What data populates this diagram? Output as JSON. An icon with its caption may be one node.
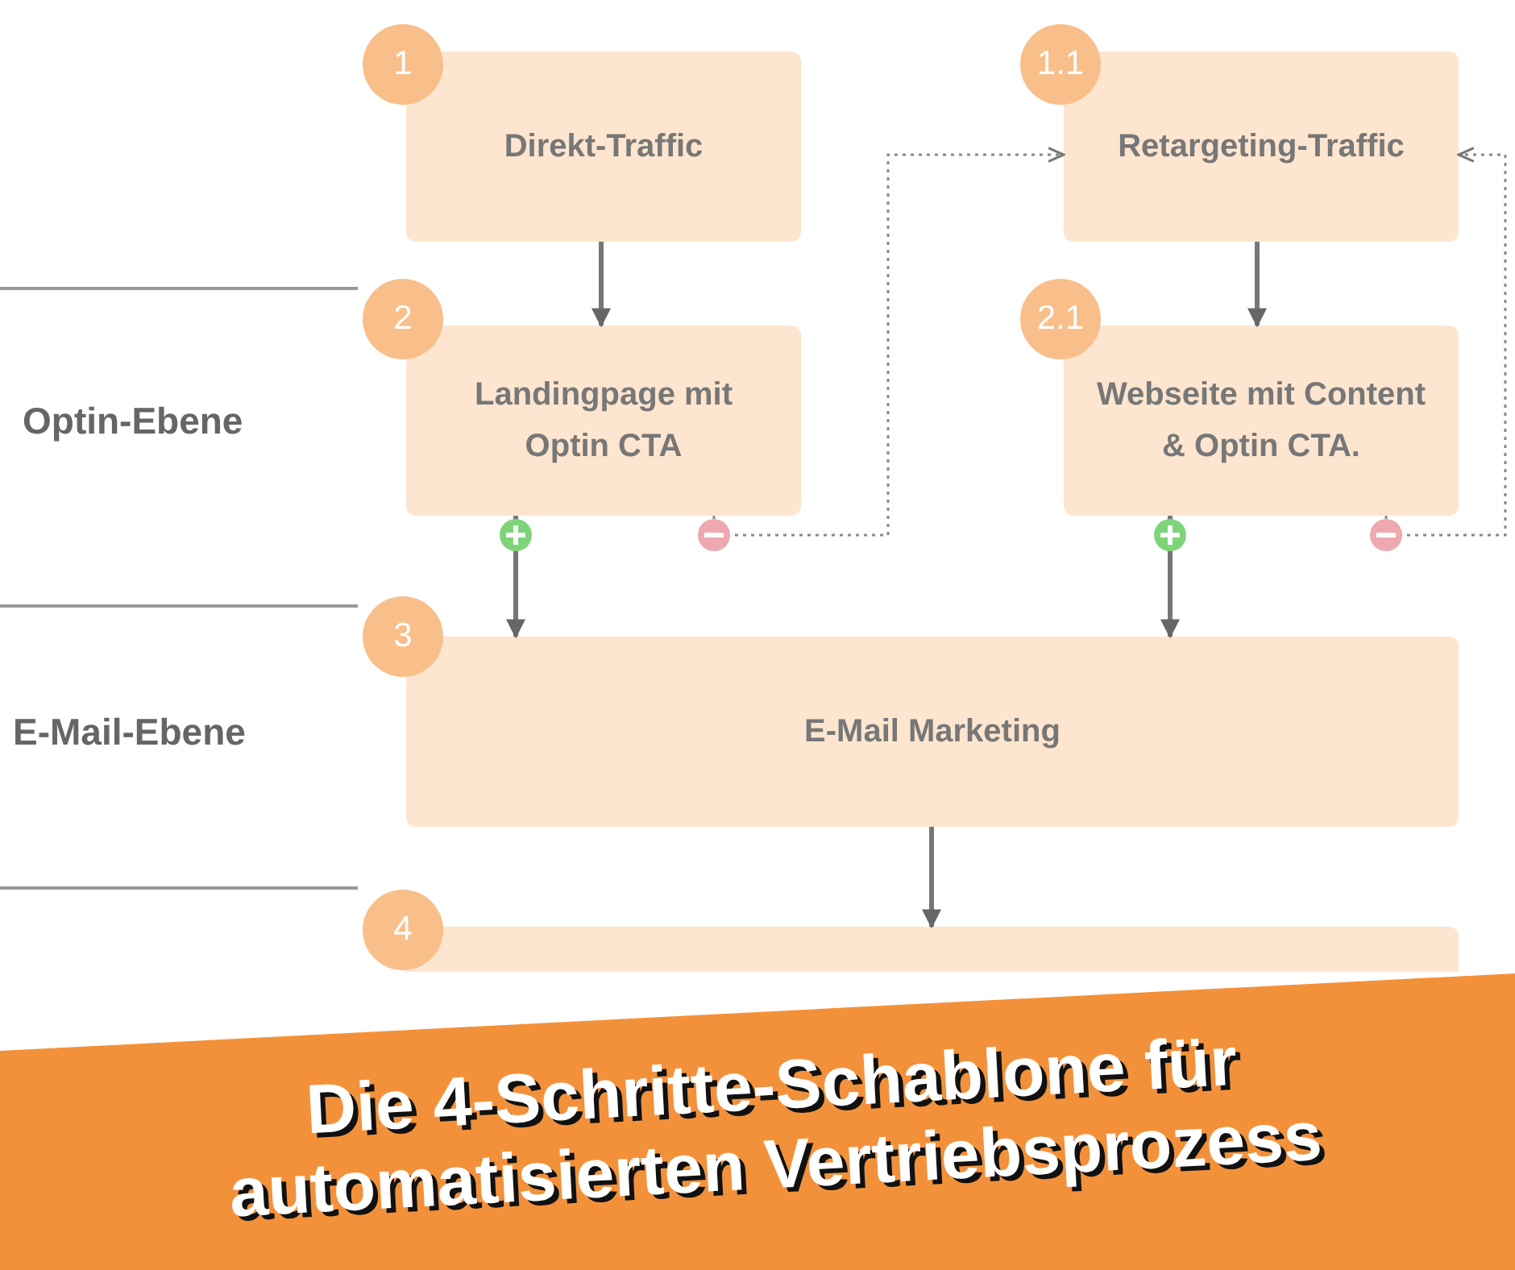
{
  "diagram": {
    "title": "Die 4-Schritte-Schablone für automatisierten Vertriebsprozess",
    "nodes": [
      {
        "text": [
          "Direkt-Traffic"
        ],
        "beside": [
          "1"
        ]
      },
      {
        "text": [
          "Retargeting-Traffic"
        ],
        "beside": [
          "1.1"
        ]
      },
      {
        "text": [
          "Landingpage mit Optin CTA"
        ],
        "beside": [
          "2"
        ]
      },
      {
        "text": [
          "Webseite mit Content & Optin CTA."
        ],
        "beside": [
          "2.1"
        ]
      },
      {
        "text": [
          "E-Mail Marketing"
        ],
        "beside": [
          "3"
        ]
      },
      {
        "text": [],
        "shape": "box",
        "beside": [
          "4"
        ]
      }
    ],
    "edges": [
      {
        "from": 0,
        "to": 2,
        "arrow": "to"
      },
      {
        "from": 1,
        "to": 3,
        "arrow": "to"
      },
      {
        "from": 2,
        "to": 4,
        "arrow": "to"
      },
      {
        "from": 3,
        "to": 4,
        "arrow": "to"
      },
      {
        "from": 4,
        "to": 5,
        "arrow": "to"
      },
      {
        "from": 2,
        "to": 1,
        "arrow": "to",
        "style": "dashed"
      },
      {
        "from": 3,
        "to": 1,
        "arrow": "to",
        "style": "dashed"
      }
    ],
    "labels": [
      "Optin-Ebene",
      "E-Mail-Ebene"
    ]
  }
}
